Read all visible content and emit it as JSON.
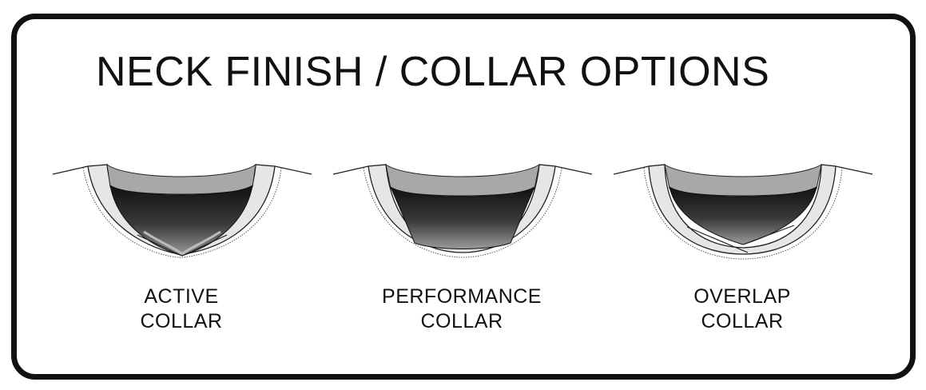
{
  "title": "NECK FINISH / COLLAR OPTIONS",
  "options": [
    {
      "line1": "ACTIVE",
      "line2": "COLLAR",
      "style": "active"
    },
    {
      "line1": "PERFORMANCE",
      "line2": "COLLAR",
      "style": "performance"
    },
    {
      "line1": "OVERLAP",
      "line2": "COLLAR",
      "style": "overlap"
    }
  ],
  "colors": {
    "frame": "#111111",
    "collar_band": "#e6e6e6",
    "back_neck": "#a8a8a8",
    "inner_dark": "#1c1c1c",
    "inner_light": "#8a8a8a"
  }
}
